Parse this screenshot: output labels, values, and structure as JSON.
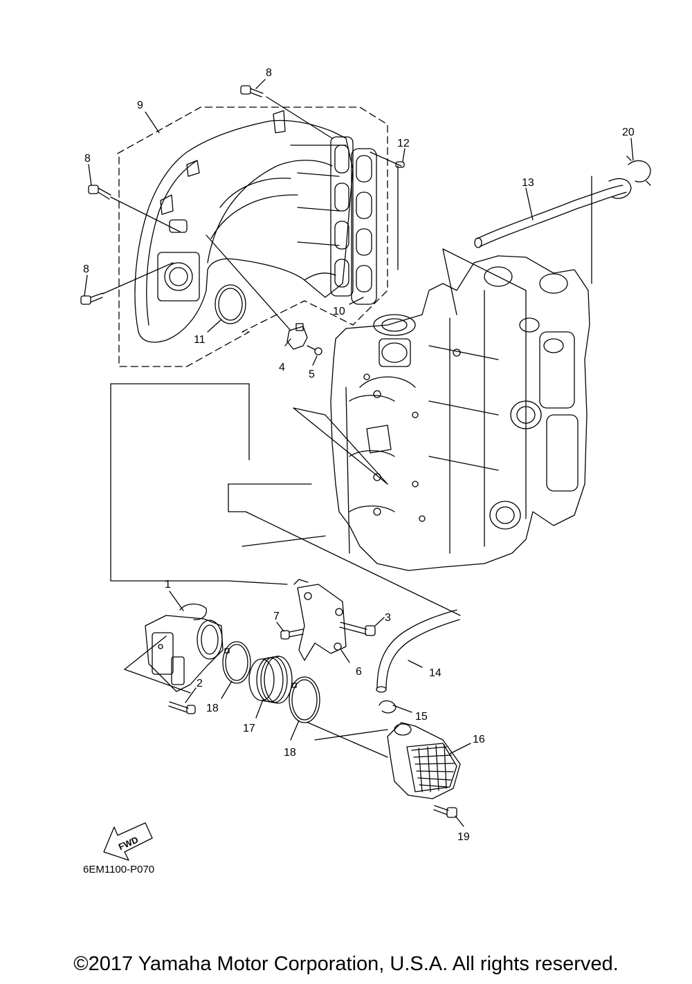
{
  "diagram": {
    "callouts": {
      "c1": "1",
      "c2": "2",
      "c3": "3",
      "c4": "4",
      "c5": "5",
      "c6": "6",
      "c7": "7",
      "c8a": "8",
      "c8b": "8",
      "c8c": "8",
      "c9": "9",
      "c10": "10",
      "c11": "11",
      "c12": "12",
      "c13": "13",
      "c14": "14",
      "c15": "15",
      "c16": "16",
      "c17": "17",
      "c18a": "18",
      "c18b": "18",
      "c19": "19",
      "c20": "20"
    },
    "fwd_label": "FWD",
    "diagram_code": "6EM1100-P070",
    "line_color": "#000000"
  },
  "footer": {
    "copyright": "©2017 Yamaha Motor Corporation, U.S.A. All rights reserved."
  }
}
